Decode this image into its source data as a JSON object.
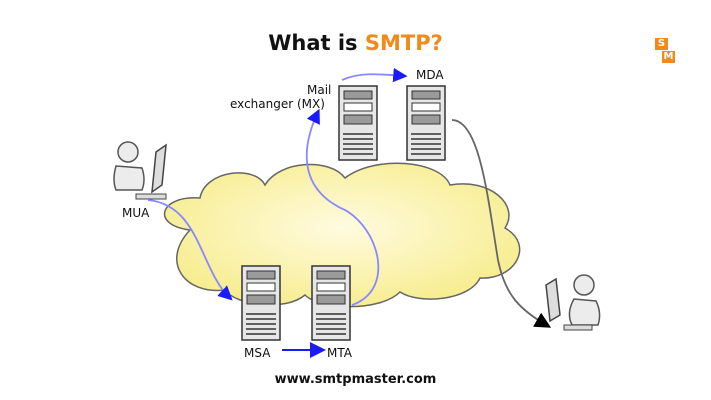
{
  "title": {
    "prefix": "What is ",
    "highlight": "SMTP?"
  },
  "logo": {
    "top": "S",
    "bottom": "M"
  },
  "labels": {
    "mua": "MUA",
    "mx_line1": "Mail",
    "mx_line2": "exchanger (MX)",
    "mda": "MDA",
    "msa": "MSA",
    "mta": "MTA"
  },
  "footer": "www.smtpmaster.com",
  "colors": {
    "accent": "#f28a1a",
    "cloud": "#fdf6b4",
    "arrow_blue": "#1a1aff",
    "arrow_black": "#000000"
  }
}
